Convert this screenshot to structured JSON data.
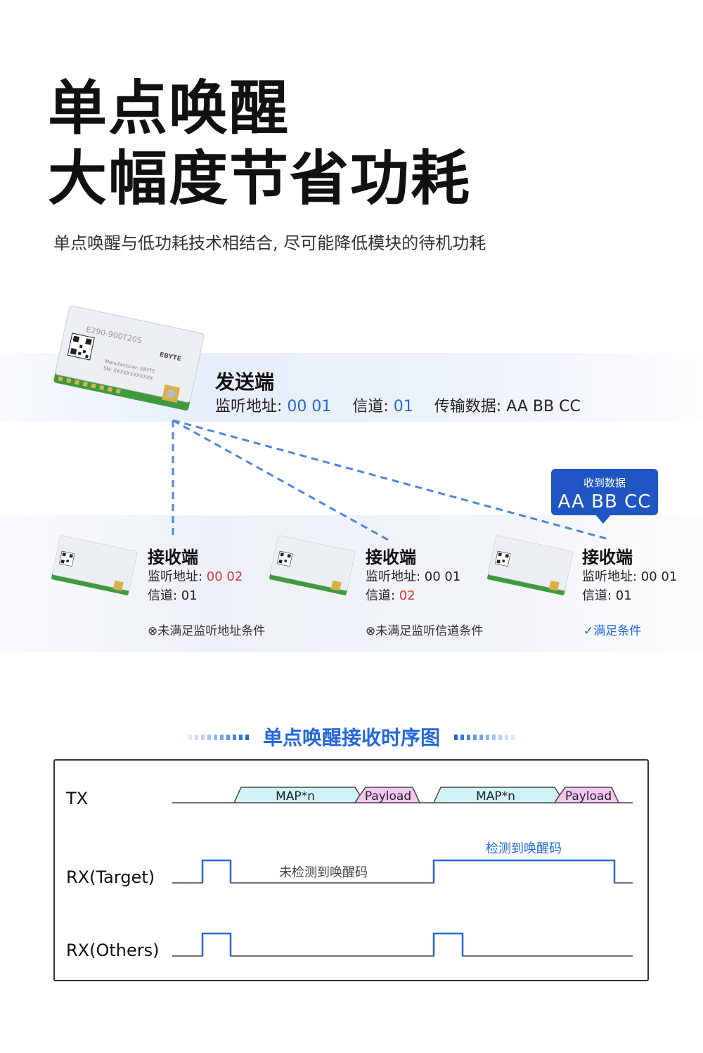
{
  "header": {
    "title_line1": "单点唤醒",
    "title_line2": "大幅度节省功耗",
    "subtitle": "单点唤醒与低功耗技术相结合, 尽可能降低模块的待机功耗"
  },
  "module": {
    "model": "E290-900T20S",
    "brand": "EBYTE",
    "manufacturer": "Manufacturer: EBYTE",
    "sn": "SN: XXXXXXXXXXXX"
  },
  "sender": {
    "title": "发送端",
    "addr_label": "监听地址: ",
    "addr_value": "00 01",
    "chan_label": "信道: ",
    "chan_value": "01",
    "data_label": "传输数据: ",
    "data_value": "AA BB CC"
  },
  "bubble": {
    "line1": "收到数据",
    "line2": "AA BB CC"
  },
  "receivers": [
    {
      "title": "接收端",
      "addr_label": "监听地址: ",
      "addr_value": "00 02",
      "chan_label": "信道: ",
      "chan_value": "01",
      "status_icon": "⊗",
      "status": "未满足监听地址条件"
    },
    {
      "title": "接收端",
      "addr_label": "监听地址: ",
      "addr_value": "00 01",
      "chan_label": "信道: ",
      "chan_value": "02",
      "status_icon": "⊗",
      "status": "未满足监听信道条件"
    },
    {
      "title": "接收端",
      "addr_label": "监听地址: ",
      "addr_value": "00 01",
      "chan_label": "信道: ",
      "chan_value": "01",
      "status_icon": "✓",
      "status": "满足条件"
    }
  ],
  "timing": {
    "heading": "单点唤醒接收时序图",
    "signals": {
      "tx": "TX",
      "rx_target": "RX(Target)",
      "rx_others": "RX(Others)"
    },
    "packets": [
      "MAP*n",
      "Payload",
      "MAP*n",
      "Payload"
    ],
    "annotation_not_detected": "未检测到唤醒码",
    "annotation_detected": "检测到唤醒码"
  },
  "colors": {
    "accent": "#2468d8",
    "bubble": "#1f56c4",
    "warn_red": "#d63a3a",
    "map_fill": "#cff3f6",
    "payload_fill": "#f2c7f0",
    "pcb_green": "#3f9a3f",
    "shield_gray": "#eceff2"
  }
}
